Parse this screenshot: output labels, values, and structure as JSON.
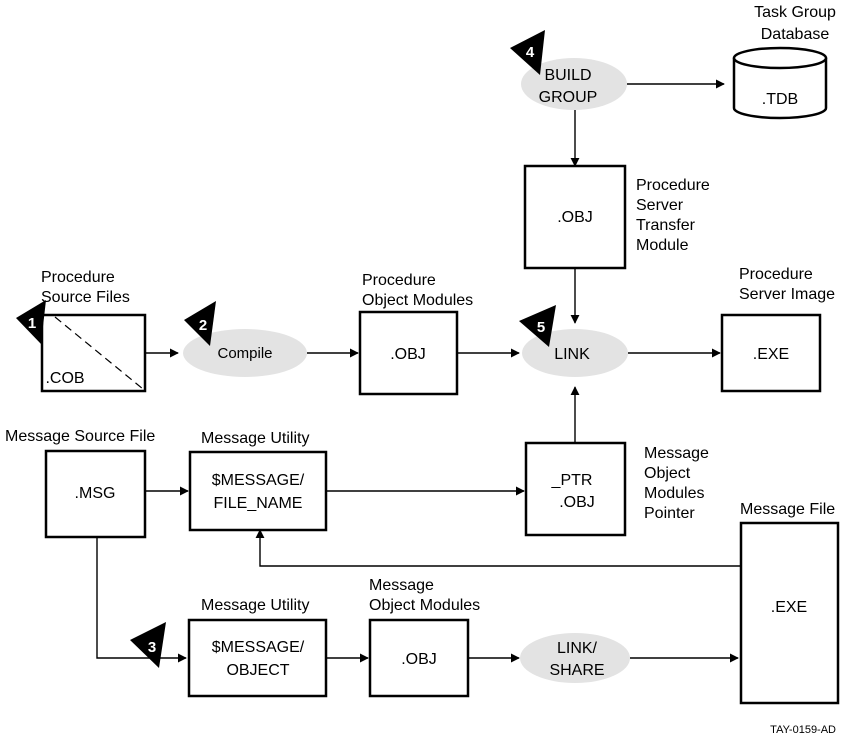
{
  "diagram": {
    "top_labels": {
      "task_group_database": [
        "Task Group",
        "Database"
      ],
      "procedure_server_transfer_module": [
        "Procedure",
        "Server",
        "Transfer",
        "Module"
      ],
      "procedure_source_files": [
        "Procedure",
        "Source Files"
      ],
      "procedure_object_modules": [
        "Procedure",
        "Object Modules"
      ],
      "procedure_server_image": [
        "Procedure",
        "Server Image"
      ],
      "message_source_file": "Message Source File",
      "message_utility_1": "Message Utility",
      "message_object_modules_pointer": [
        "Message",
        "Object",
        "Modules",
        "Pointer"
      ],
      "message_file": "Message File",
      "message_utility_2": "Message Utility",
      "message_object_modules": [
        "Message",
        "Object Modules"
      ]
    },
    "boxes": {
      "tdb": ".TDB",
      "transfer_obj": ".OBJ",
      "cob": ".COB",
      "proc_obj": ".OBJ",
      "exe_image": ".EXE",
      "msg": ".MSG",
      "message_file_name": [
        "$MESSAGE/",
        "FILE_NAME"
      ],
      "ptr_obj": [
        "_PTR",
        ".OBJ"
      ],
      "message_exe": ".EXE",
      "message_object": [
        "$MESSAGE/",
        "OBJECT"
      ],
      "msg_obj": ".OBJ"
    },
    "ovals": {
      "build_group": [
        "BUILD",
        "GROUP"
      ],
      "compile": "Compile",
      "link": "LINK",
      "link_share": [
        "LINK/",
        "SHARE"
      ]
    },
    "steps": [
      "1",
      "2",
      "3",
      "4",
      "5"
    ],
    "figure_id": "TAY-0159-AD"
  }
}
